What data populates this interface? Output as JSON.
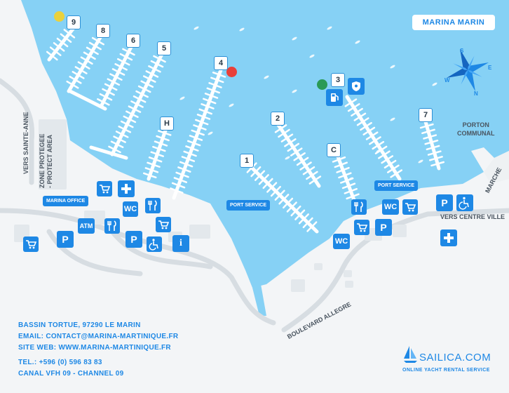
{
  "title": "MARINA MARIN",
  "piers": [
    "9",
    "8",
    "6",
    "5",
    "4",
    "3",
    "2",
    "1",
    "H",
    "C",
    "7"
  ],
  "icons": {
    "cart": "shopping-cart-icon",
    "plus": "first-aid-icon",
    "restaurant": "fork-knife-icon",
    "parking": "P",
    "wc": "WC",
    "atm": "ATM",
    "info": "i",
    "accessible": "wheelchair-icon",
    "fuel": "fuel-pump-icon",
    "shield": "shield-icon"
  },
  "labels": {
    "marina_office": "MARINA OFFICE",
    "port_service": "PORT SERVICE",
    "zone_protegee": "ZONE PROTEGEE",
    "protect_area": "- PROTECT AREA",
    "vers_sainte_anne": "VERS SAINTE-ANNE",
    "porton_communal_1": "PORTON",
    "porton_communal_2": "COMMUNAL",
    "marche": "MARCHE",
    "vers_centre_ville": "VERS CENTRE VILLE",
    "boulevard_allegre": "BOULEVARD ALLEGRE"
  },
  "compass": {
    "n": "N",
    "s": "S",
    "e": "E",
    "w": "W"
  },
  "contact": {
    "address": "BASSIN TORTUE, 97290 LE MARIN",
    "email": "EMAIL: CONTACT@MARINA-MARTINIQUE.FR",
    "web": "SITE WEB: WWW.MARINA-MARTINIQUE.FR",
    "tel": "TEL.: +596 (0) 596 83 83",
    "vhf": "CANAL VFH 09 - CHANNEL 09"
  },
  "brand": {
    "name": "SAILICA.COM",
    "tagline": "ONLINE YACHT RENTAL SERVICE"
  },
  "colors": {
    "water": "#86d1f5",
    "land": "#f0f3f5",
    "accent": "#1e88e5",
    "dot_yellow": "#ead13c",
    "dot_red": "#e9403a",
    "dot_green": "#2a9a55"
  }
}
